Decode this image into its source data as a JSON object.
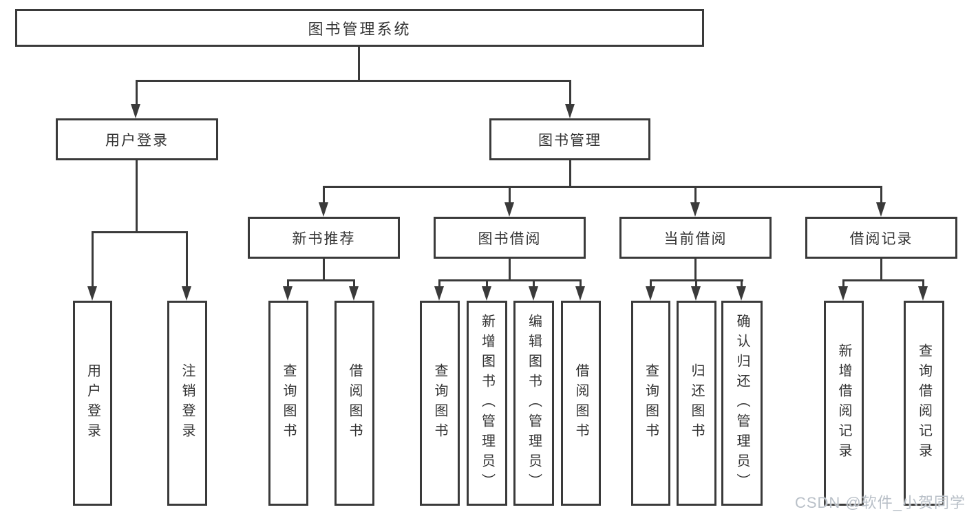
{
  "diagram": {
    "root": {
      "label": "图书管理系统"
    },
    "branches": [
      {
        "label": "用户登录",
        "children": [
          {
            "label": "用户登录"
          },
          {
            "label": "注销登录"
          }
        ]
      },
      {
        "label": "图书管理",
        "sections": [
          {
            "label": "新书推荐",
            "children": [
              {
                "label": "查询图书"
              },
              {
                "label": "借阅图书"
              }
            ]
          },
          {
            "label": "图书借阅",
            "children": [
              {
                "label": "查询图书"
              },
              {
                "label": "新增图书（管理员）"
              },
              {
                "label": "编辑图书（管理员）"
              },
              {
                "label": "借阅图书"
              }
            ]
          },
          {
            "label": "当前借阅",
            "children": [
              {
                "label": "查询图书"
              },
              {
                "label": "归还图书"
              },
              {
                "label": "确认归还（管理员）"
              }
            ]
          },
          {
            "label": "借阅记录",
            "children": [
              {
                "label": "新增借阅记录"
              },
              {
                "label": "查询借阅记录"
              }
            ]
          }
        ]
      }
    ]
  },
  "watermark": {
    "text": "CSDN @软件_小贺同学"
  },
  "colors": {
    "line": "#3a3a3a",
    "text": "#333333",
    "box_background": "#ffffff",
    "watermark": "#b9c0c8"
  }
}
